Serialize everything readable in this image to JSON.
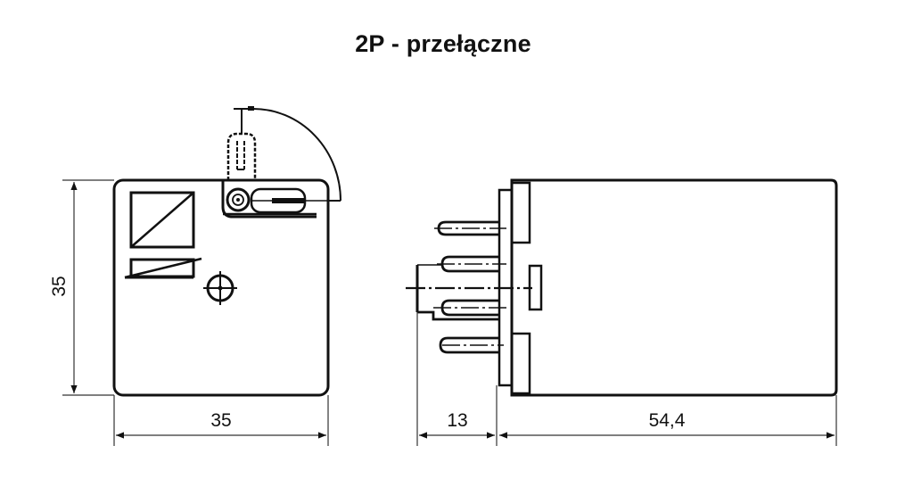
{
  "title": "2P - przełączne",
  "views": {
    "front": {
      "name": "Front view",
      "height_label": "35",
      "width_label": "35",
      "features": [
        "coil-symbol-square",
        "contact-symbol",
        "crosshair-screw",
        "release-lever-with-arc"
      ]
    },
    "side": {
      "name": "Side view",
      "pin_length_label": "13",
      "body_length_label": "54,4",
      "pin_count_visible": 4
    }
  },
  "colors": {
    "line": "#111111",
    "thin_line": "#333333",
    "background": "#ffffff"
  }
}
